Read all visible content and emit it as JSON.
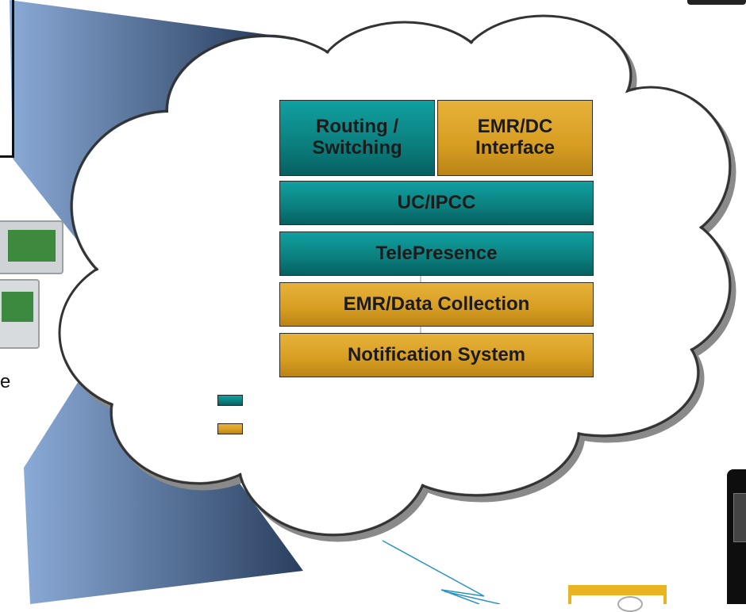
{
  "stack": {
    "routing": "Routing / Switching",
    "emr_dc_interface": "EMR/DC Interface",
    "uc_ipcc": "UC/IPCC",
    "telepresence": "TelePresence",
    "emr_data_collection": "EMR/Data Collection",
    "notification_system": "Notification System"
  },
  "edge_fragments": {
    "left_letter": "e"
  },
  "colors": {
    "teal": "#0c8585",
    "gold": "#d89e22",
    "arrow_blue": "#2a93c4"
  }
}
